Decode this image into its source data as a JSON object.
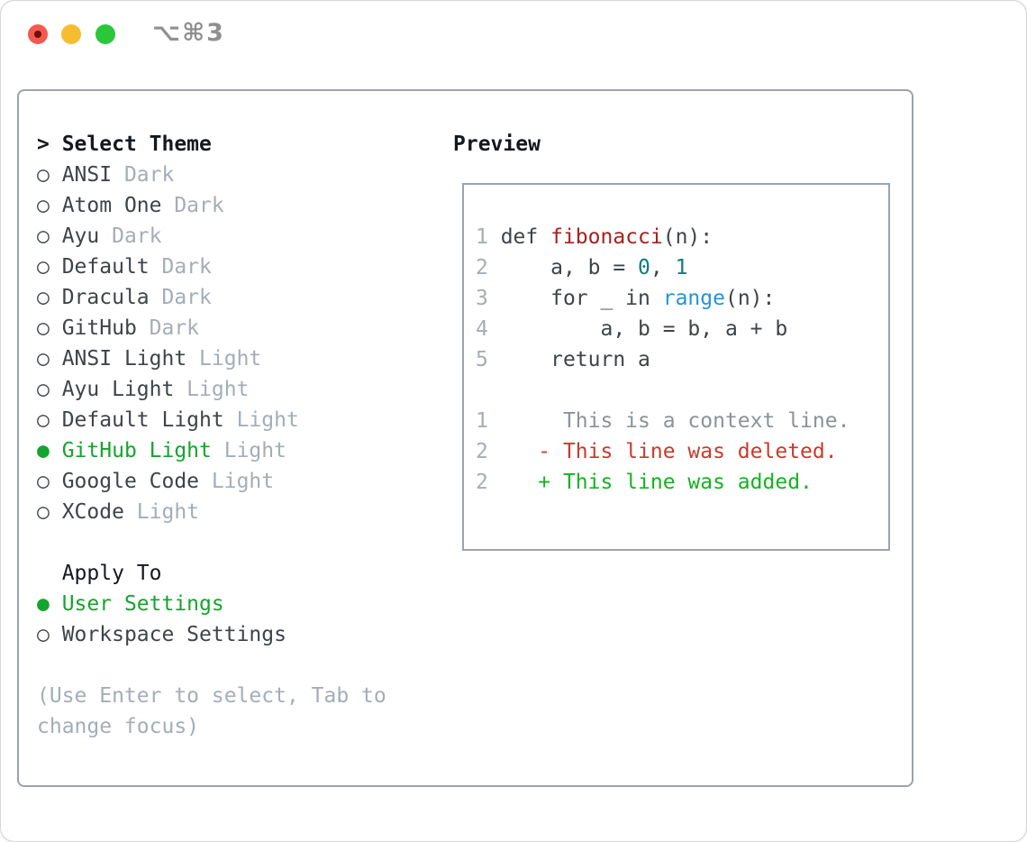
{
  "window": {
    "title": "⌥⌘3"
  },
  "glyphs": {
    "prompt": ">",
    "radio_unselected": "○",
    "radio_selected": "●"
  },
  "picker": {
    "header": "Select Theme",
    "items": [
      {
        "name": "ANSI",
        "variant": "Dark",
        "selected": false
      },
      {
        "name": "Atom One",
        "variant": "Dark",
        "selected": false
      },
      {
        "name": "Ayu",
        "variant": "Dark",
        "selected": false
      },
      {
        "name": "Default",
        "variant": "Dark",
        "selected": false
      },
      {
        "name": "Dracula",
        "variant": "Dark",
        "selected": false
      },
      {
        "name": "GitHub",
        "variant": "Dark",
        "selected": false
      },
      {
        "name": "ANSI Light",
        "variant": "Light",
        "selected": false
      },
      {
        "name": "Ayu Light",
        "variant": "Light",
        "selected": false
      },
      {
        "name": "Default Light",
        "variant": "Light",
        "selected": false
      },
      {
        "name": "GitHub Light",
        "variant": "Light",
        "selected": true
      },
      {
        "name": "Google Code",
        "variant": "Light",
        "selected": false
      },
      {
        "name": "XCode",
        "variant": "Light",
        "selected": false
      }
    ],
    "apply_to": {
      "header": "Apply To",
      "options": [
        {
          "label": "User Settings",
          "selected": true
        },
        {
          "label": "Workspace Settings",
          "selected": false
        }
      ]
    },
    "hint_line1": "(Use Enter to select, Tab to",
    "hint_line2": "change focus)"
  },
  "preview": {
    "header": "Preview",
    "lines": [
      {
        "num": "1",
        "tokens": [
          [
            " def ",
            "plain"
          ],
          [
            "fibonacci",
            "func"
          ],
          [
            "(n):",
            "plain"
          ]
        ]
      },
      {
        "num": "2",
        "tokens": [
          [
            "     a, b = ",
            "plain"
          ],
          [
            "0",
            "num"
          ],
          [
            ", ",
            "plain"
          ],
          [
            "1",
            "num"
          ]
        ]
      },
      {
        "num": "3",
        "tokens": [
          [
            "     for _ in ",
            "plain"
          ],
          [
            "range",
            "builtin"
          ],
          [
            "(n):",
            "plain"
          ]
        ]
      },
      {
        "num": "4",
        "tokens": [
          [
            "         a, b = b, a + b",
            "plain"
          ]
        ]
      },
      {
        "num": "5",
        "tokens": [
          [
            "     return a",
            "plain"
          ]
        ]
      },
      {
        "blank": true
      },
      {
        "num": "1",
        "tokens": [
          [
            "      This is a context line.",
            "ctx"
          ]
        ]
      },
      {
        "num": "2",
        "tokens": [
          [
            "    - This line was deleted.",
            "del"
          ]
        ]
      },
      {
        "num": "2",
        "tokens": [
          [
            "    + This line was added.",
            "add"
          ]
        ]
      }
    ]
  },
  "colors": {
    "accent_green": "#15a42e",
    "diff_added": "#13b420",
    "diff_deleted": "#c93a2c",
    "syntax_function": "#a8201d",
    "syntax_number": "#0e7c7b",
    "syntax_builtin": "#2196d6",
    "code_default": "#3e4449",
    "context_gray": "#8b9299",
    "muted": "#a4adb8",
    "item_dark": "#3e4449",
    "header_black": "#15181c",
    "border_gray": "#9aa3ae",
    "title_gray": "#8f8f8f",
    "light_red": "#f3594e",
    "light_red_dot": "#6f0f08",
    "light_yellow": "#f7bd30",
    "light_green": "#2ac73a"
  }
}
